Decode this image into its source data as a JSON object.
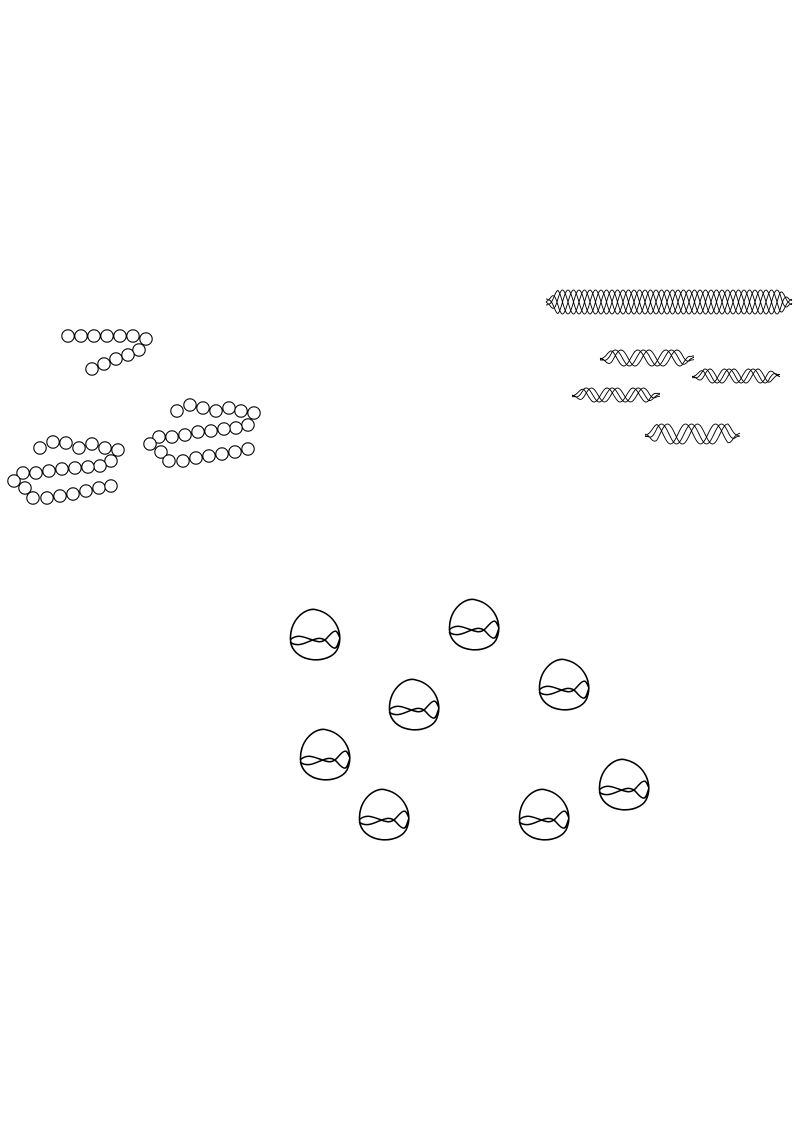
{
  "diagram": {
    "groups": [
      {
        "id": "bead-chains",
        "shape": "chain-of-circles",
        "count": 5
      },
      {
        "id": "helices",
        "shape": "helix",
        "count": 5
      },
      {
        "id": "loop-particles",
        "shape": "loop-with-wavy-strand",
        "count": 8
      }
    ],
    "colors": {
      "stroke": "#000000",
      "background": "#ffffff"
    }
  }
}
